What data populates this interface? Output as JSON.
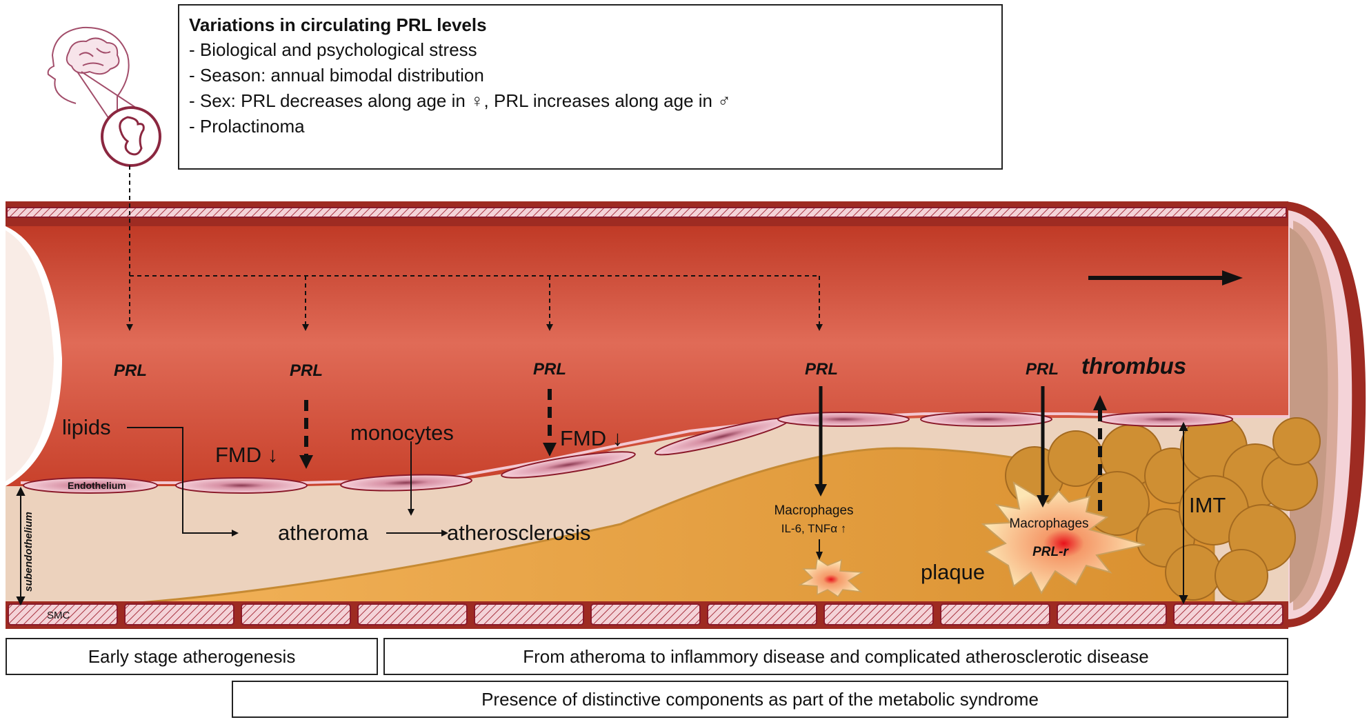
{
  "info_box": {
    "title": "Variations in circulating PRL levels",
    "lines": [
      "- Biological and psychological stress",
      "- Season: annual bimodal distribution",
      "- Sex: PRL decreases along age in ♀, PRL increases along age in ♂",
      "- Prolactinoma"
    ]
  },
  "vessel_labels": {
    "prl": [
      "PRL",
      "PRL",
      "PRL",
      "PRL",
      "PRL"
    ],
    "thrombus": "thrombus",
    "lipids": "lipids",
    "fmd_1": "FMD ↓",
    "fmd_2": "FMD ↓",
    "monocytes": "monocytes",
    "endothelium": "Endothelium",
    "subendothelium": "subendothelium",
    "smc": "SMC",
    "atheroma": "atheroma",
    "atherosclerosis": "atherosclerosis",
    "macrophages_1": "Macrophages",
    "cytokines": "IL-6, TNFα ↑",
    "macrophages_2": "Macrophages",
    "prl_r": "PRL-r",
    "plaque": "plaque",
    "imt": "IMT"
  },
  "bottom_boxes": {
    "early": "Early stage atherogenesis",
    "from_atheroma": "From atheroma to inflammory disease and complicated atherosclerotic disease",
    "metabolic": "Presence of distinctive components as part of the metabolic syndrome"
  },
  "colors": {
    "head_icon": "#a24d6a",
    "vessel_wall": "#9e2b22",
    "lumen_red": "#c8412b",
    "lumen_light": "#e06b57",
    "intima": "#ecd2bd",
    "plaque": "#e09a3e",
    "plaque_light": "#f2b259",
    "endothelial_cell": "#f3c8d2",
    "cell_border": "#8a1a2a"
  }
}
